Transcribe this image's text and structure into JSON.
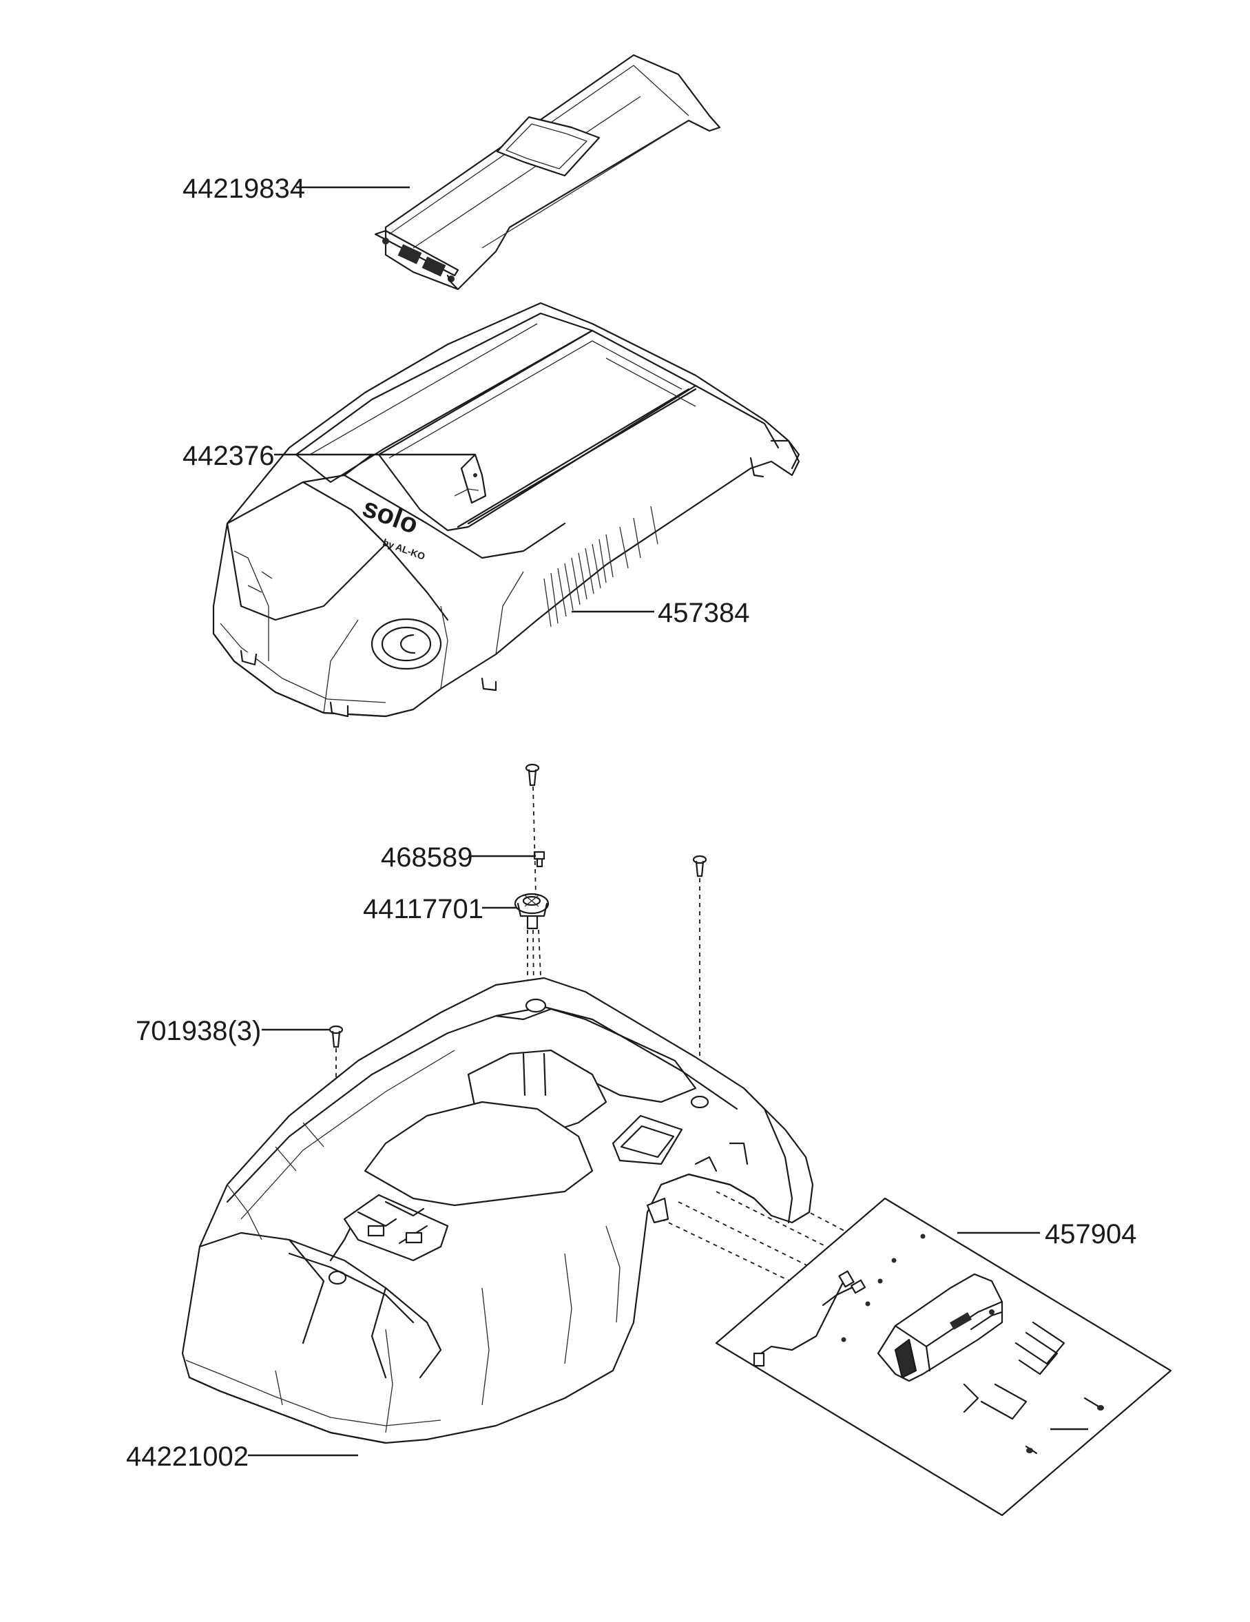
{
  "part_numbers": [
    {
      "key": "top_cover",
      "label": "44219834"
    },
    {
      "key": "latch",
      "label": "442376"
    },
    {
      "key": "upper_housing",
      "label": "457384"
    },
    {
      "key": "nut",
      "label": "468589"
    },
    {
      "key": "knob",
      "label": "44117701"
    },
    {
      "key": "screw",
      "label": "701938(3)"
    },
    {
      "key": "display_kit",
      "label": "457904"
    },
    {
      "key": "lower_housing",
      "label": "44221002"
    }
  ],
  "branding": {
    "logo_main": "solo",
    "logo_sub": "by AL-KO"
  }
}
